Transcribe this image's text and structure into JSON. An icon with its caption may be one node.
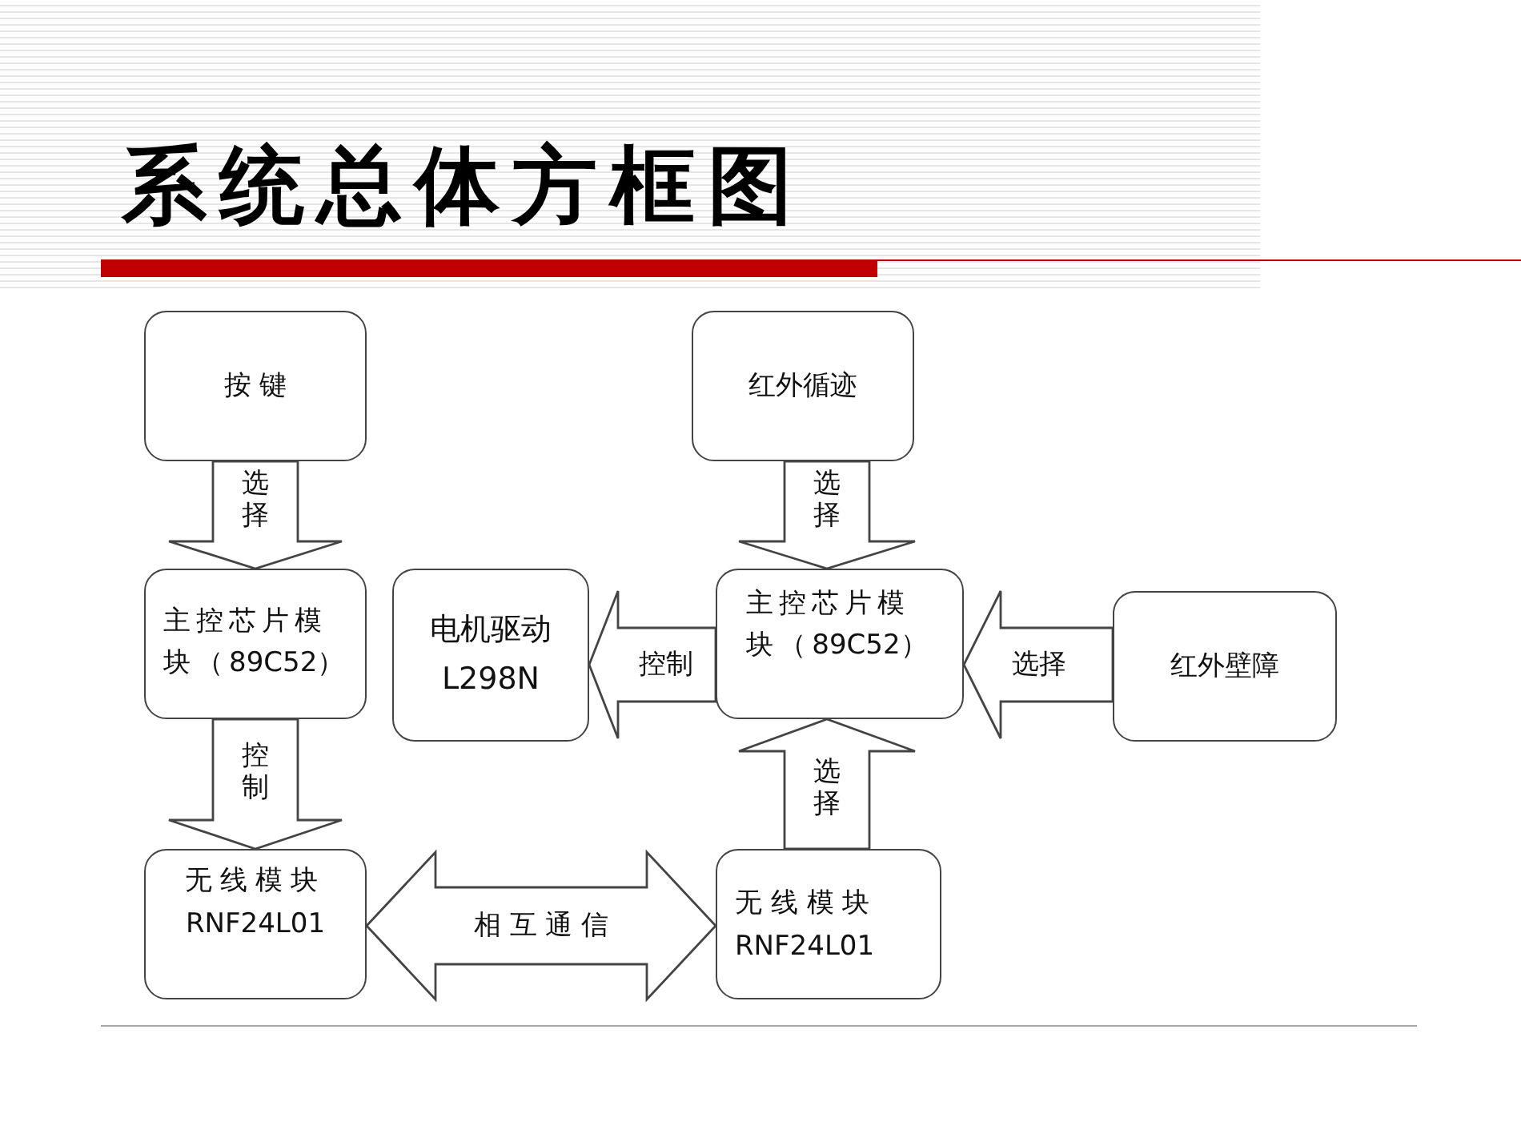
{
  "diagram": {
    "title": "系统总体方框图",
    "nodes": [
      {
        "text": [
          "按 键"
        ]
      },
      {
        "text": [
          "红外循迹"
        ]
      },
      {
        "text": [
          "主控芯片模块（89C52）"
        ]
      },
      {
        "text": [
          "电机驱动",
          "L298N"
        ]
      },
      {
        "text": [
          "主控芯片模块（89C52）"
        ]
      },
      {
        "text": [
          "红外壁障"
        ]
      },
      {
        "text": [
          "无线模块",
          "RNF24L01"
        ]
      },
      {
        "text": [
          "无 线 模 块",
          "RNF24L01"
        ]
      }
    ],
    "edges": [
      {
        "from": 0,
        "to": 2,
        "arrow": "to",
        "label": "选择"
      },
      {
        "from": 1,
        "to": 4,
        "arrow": "to",
        "label": "选择"
      },
      {
        "from": 4,
        "to": 3,
        "arrow": "to",
        "label": "控制"
      },
      {
        "from": 5,
        "to": 4,
        "arrow": "to",
        "label": "选择"
      },
      {
        "from": 2,
        "to": 6,
        "arrow": "to",
        "label": "控制"
      },
      {
        "from": 7,
        "to": 4,
        "arrow": "to",
        "label": "选择"
      },
      {
        "from": 6,
        "to": 7,
        "arrow": "both",
        "label": "相 互 通 信"
      }
    ]
  }
}
